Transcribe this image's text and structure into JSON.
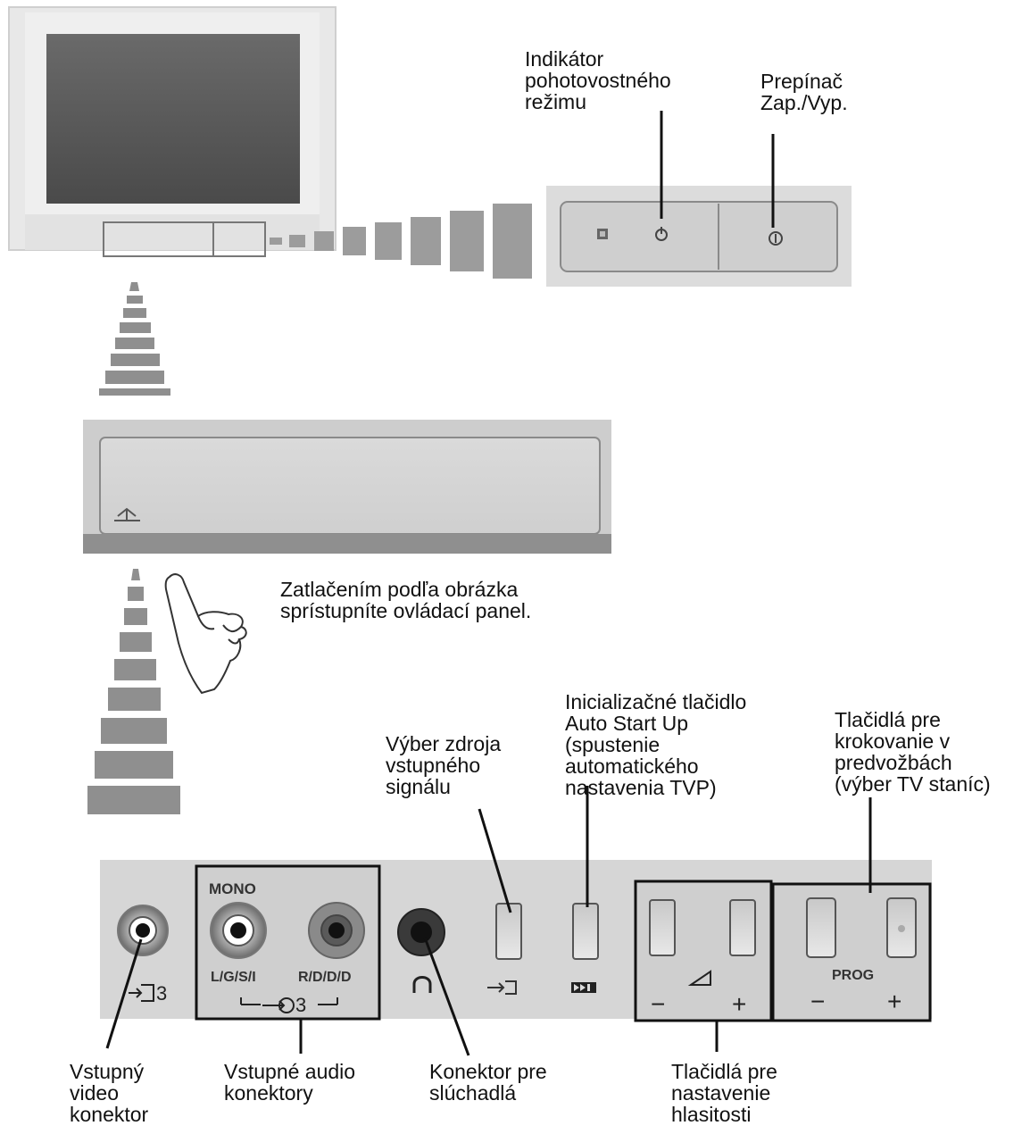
{
  "callouts": {
    "standby_indicator": "Indikátor\npohotovostného\nrežimu",
    "power_switch": "Prepínač\nZap./Vyp.",
    "push_instruction": "Zatlačením podľa obrázka\nsprístupníte ovládací panel.",
    "input_select": "Výber zdroja\nvstupného\nsignálu",
    "auto_start": "Inicializačné tlačidlo\nAuto Start Up\n(spustenie\nautomatického\nnastavenia TVP)",
    "prog_buttons": "Tlačidlá pre\nkrokovanie v\npredvožbách\n(výber TV staníc)",
    "video_connector": "Vstupný\nvideo\nkonektor",
    "audio_connectors": "Vstupné audio\nkonektory",
    "headphone_connector": "Konektor pre\nslúchadlá",
    "volume_buttons": "Tlačidlá pre\nnastavenie\nhlasitosti"
  },
  "panel": {
    "mono": "MONO",
    "left_channel": "L/G/S/I",
    "right_channel": "R/D/D/D",
    "input_number": "3",
    "audio_input_number": "3",
    "prog": "PROG",
    "minus": "−",
    "plus": "+"
  }
}
